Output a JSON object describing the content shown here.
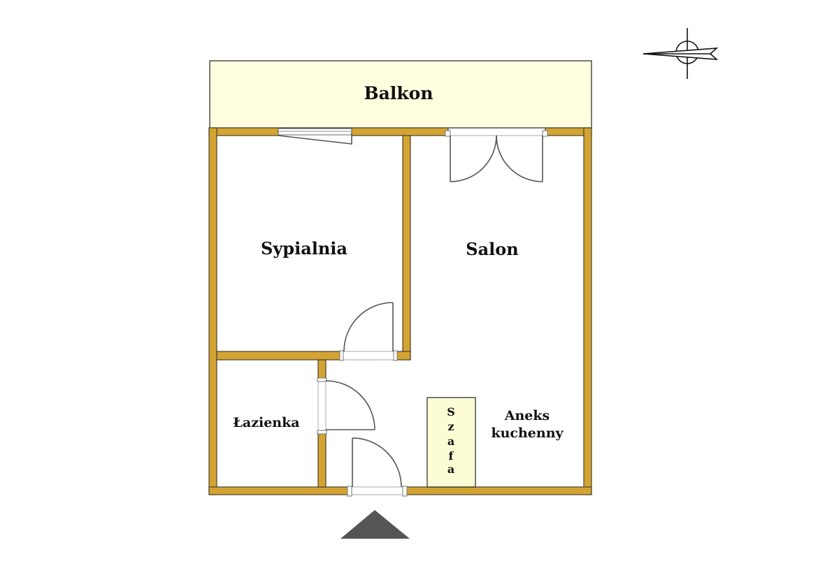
{
  "rooms": {
    "balkon": "Balkon",
    "sypialnia": "Sypialnia",
    "salon": "Salon",
    "lazienka": "Łazienka",
    "aneks_line1": "Aneks",
    "aneks_line2": "kuchenny",
    "szafa_letters": [
      "S",
      "z",
      "a",
      "f",
      "a"
    ]
  },
  "colors": {
    "wall": "#d3a433",
    "balcony_fill": "#ffffe0",
    "wardrobe_fill": "#fdfdd5",
    "entrance_marker": "#555555"
  },
  "icons": {
    "compass": "north-arrow-icon",
    "entrance": "entrance-triangle-icon"
  }
}
